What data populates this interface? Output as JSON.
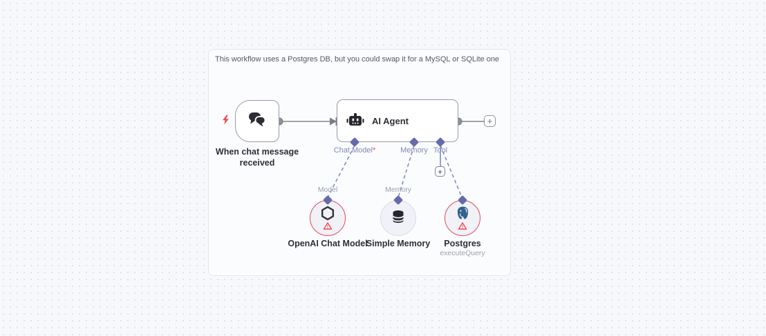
{
  "sticky_note": {
    "text": "This workflow uses a Postgres DB, but you could swap it for a MySQL or SQLite one"
  },
  "trigger": {
    "label": "When chat message received"
  },
  "agent": {
    "title": "AI Agent",
    "ports": [
      {
        "label": "Chat Model",
        "required_marker": "*"
      },
      {
        "label": "Memory",
        "required_marker": ""
      },
      {
        "label": "Tool",
        "required_marker": ""
      }
    ]
  },
  "sub_nodes": [
    {
      "label": "OpenAI Chat Model",
      "port_label": "Model",
      "status": "error"
    },
    {
      "label": "Simple Memory",
      "port_label": "Memory",
      "status": "ok"
    },
    {
      "label": "Postgres",
      "sub_label": "executeQuery",
      "status": "error"
    }
  ],
  "buttons": {
    "add_after_agent": {
      "label": "+"
    },
    "add_tool": {
      "label": "+"
    }
  },
  "icons": {
    "trigger_marker": "lightning-bolt-icon",
    "trigger": "chat-bubbles-icon",
    "agent": "robot-icon",
    "chat_model": "openai-logo-icon",
    "memory": "database-icon",
    "postgres": "postgres-elephant-icon",
    "warning": "warning-triangle-icon",
    "add": "plus-icon"
  },
  "colors": {
    "canvas_bg": "#f7f8fb",
    "dot_grid": "#e1e2e8",
    "node_border": "#979aa4",
    "connector_purple": "#646aab",
    "dashed_edge": "#7c82c4",
    "edge_gray": "#9fa2a9",
    "error_red": "#e5484d",
    "circle_fill": "#f1f2f8"
  }
}
